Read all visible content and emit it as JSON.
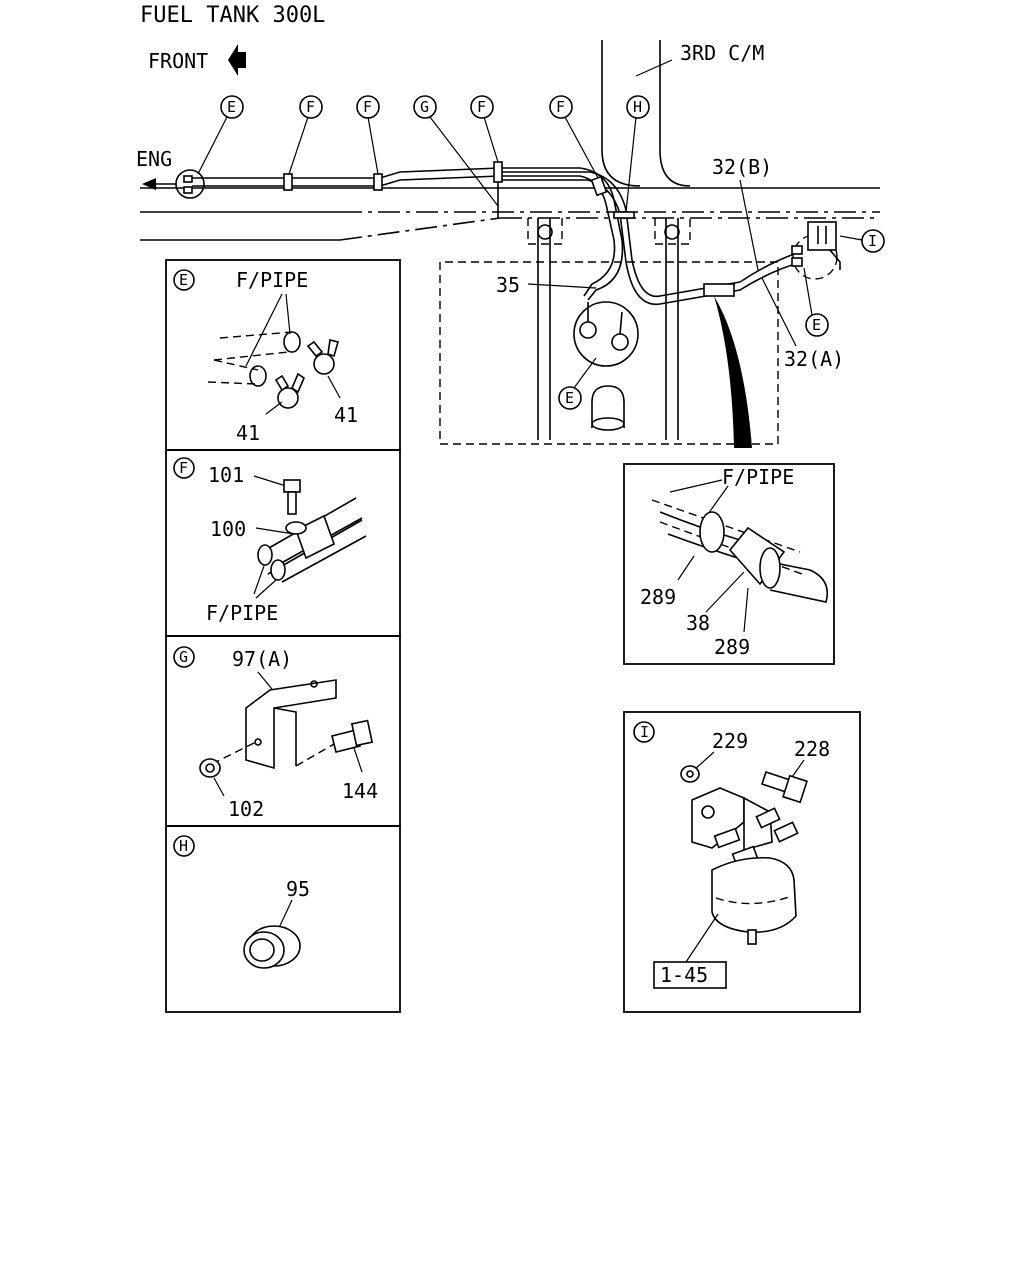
{
  "header": {
    "title": "FUEL TANK 300L",
    "front_label": "FRONT",
    "crossmember_label": "3RD C/M",
    "eng_label": "ENG"
  },
  "callouts": {
    "main": [
      "E",
      "F",
      "F",
      "G",
      "F",
      "F",
      "H"
    ],
    "i": "I",
    "e_right": "E",
    "e_tank": "E"
  },
  "part_numbers": {
    "p35": "35",
    "p32b": "32(B)",
    "p32a": "32(A)"
  },
  "details": {
    "e": {
      "letter": "E",
      "pipe_label": "F/PIPE",
      "parts": [
        "41",
        "41"
      ]
    },
    "f": {
      "letter": "F",
      "bolt": "101",
      "clip": "100",
      "pipe_label": "F/PIPE"
    },
    "g": {
      "letter": "G",
      "bracket": "97(A)",
      "nut": "102",
      "bolt": "144"
    },
    "h": {
      "letter": "H",
      "grommet": "95"
    },
    "clamp": {
      "pipe_label": "F/PIPE",
      "clamp_a": "289",
      "sleeve": "38",
      "clamp_b": "289"
    },
    "i": {
      "letter": "I",
      "nut": "229",
      "bolt": "228",
      "filter_ref": "1-45"
    }
  }
}
